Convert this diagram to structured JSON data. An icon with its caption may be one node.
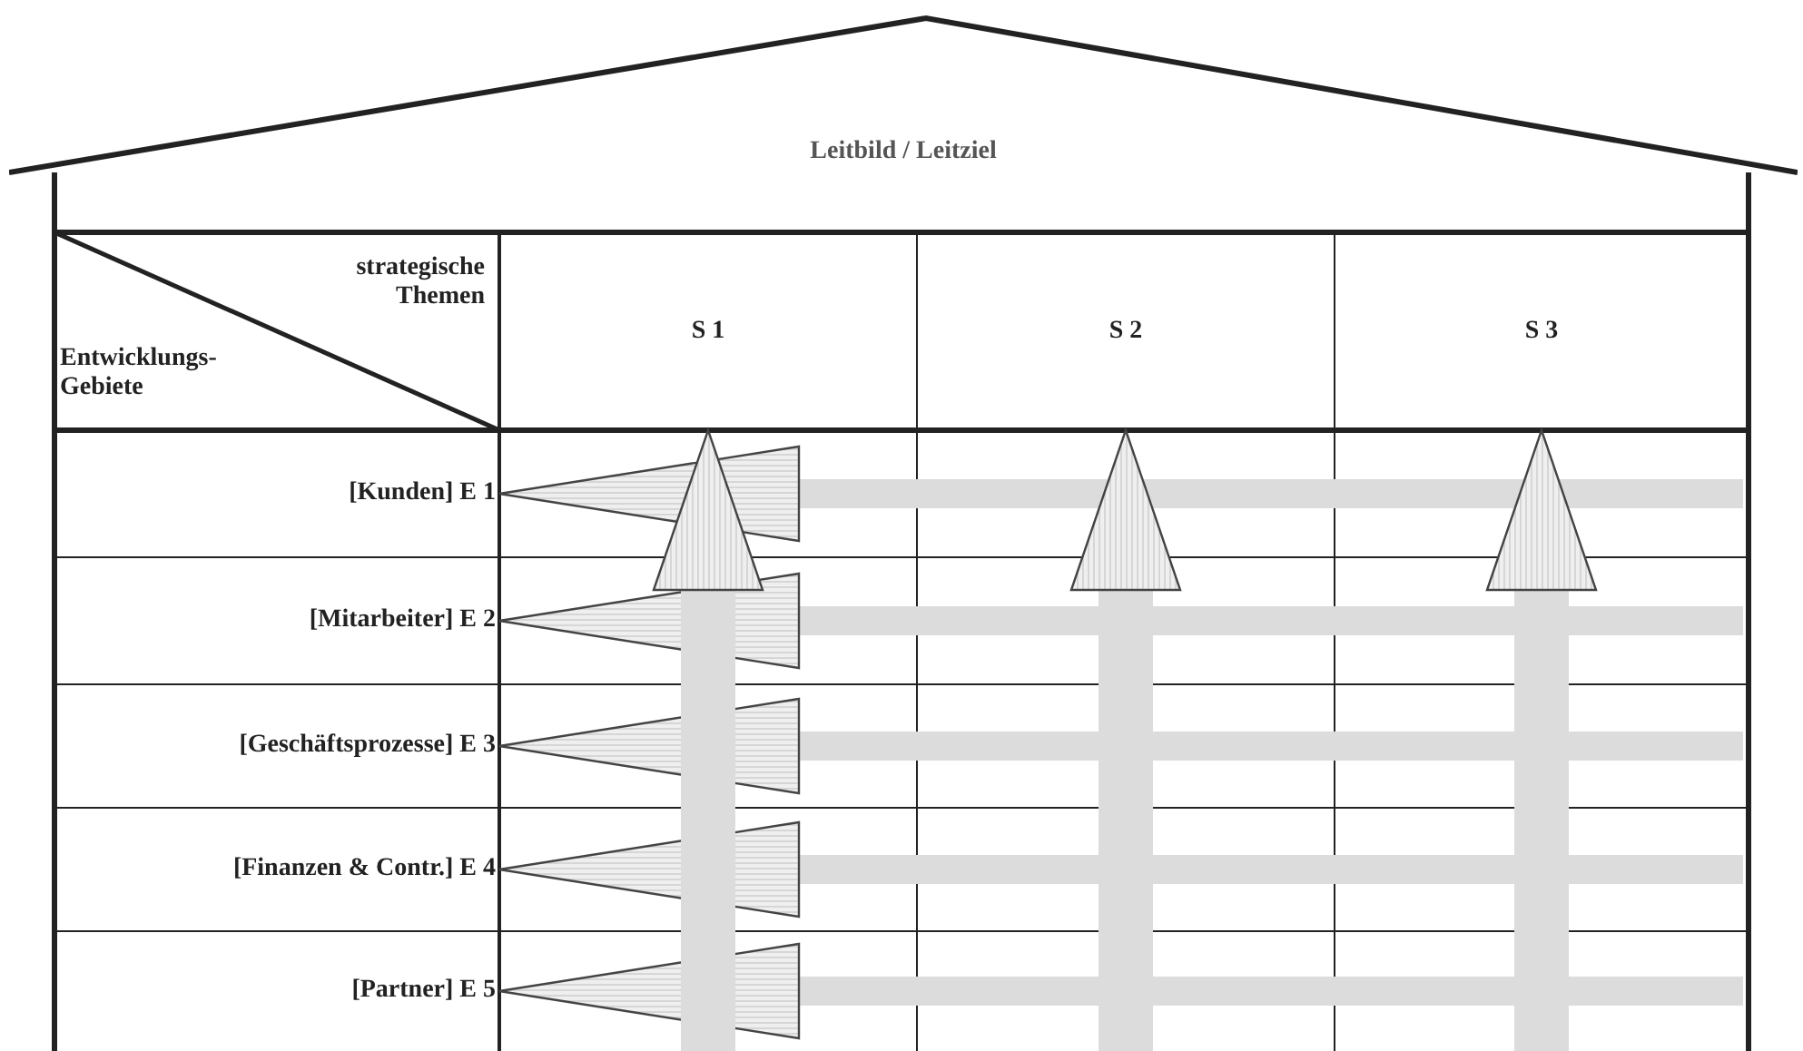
{
  "diagram": {
    "nodes": [
      {
        "text": [
          "Leitbild / Leitziel"
        ]
      },
      {
        "text": [
          "strategische Themen",
          "Entwicklungs-Gebiete"
        ]
      },
      {
        "text": [
          "S 1"
        ]
      },
      {
        "text": [
          "S 2"
        ]
      },
      {
        "text": [
          "S 3"
        ]
      },
      {
        "text": [
          "[Kunden] E 1"
        ]
      },
      {
        "text": [
          "[Mitarbeiter] E 2"
        ]
      },
      {
        "text": [
          "[Geschäftsprozesse] E 3"
        ]
      },
      {
        "text": [
          "[Finanzen & Contr.] E 4"
        ]
      },
      {
        "text": [
          "[Partner] E 5"
        ]
      }
    ],
    "edges": [
      {
        "from": null,
        "to": 5,
        "arrow": "to"
      },
      {
        "from": null,
        "to": 6,
        "arrow": "to"
      },
      {
        "from": null,
        "to": 7,
        "arrow": "to"
      },
      {
        "from": null,
        "to": 8,
        "arrow": "to"
      },
      {
        "from": null,
        "to": 9,
        "arrow": "to"
      },
      {
        "from": null,
        "to": 2,
        "arrow": "to"
      },
      {
        "from": null,
        "to": 3,
        "arrow": "to"
      },
      {
        "from": null,
        "to": 4,
        "arrow": "to"
      }
    ]
  }
}
